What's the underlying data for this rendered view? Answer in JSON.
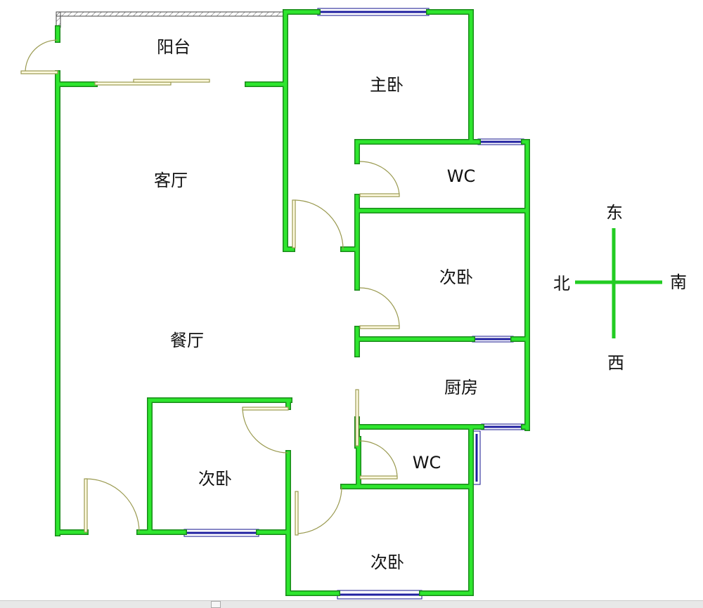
{
  "rooms": {
    "balcony": "阳台",
    "master_bedroom": "主卧",
    "living_room": "客厅",
    "dining_room": "餐厅",
    "wc_upper": "WC",
    "bedroom_middle": "次卧",
    "kitchen": "厨房",
    "wc_lower": "WC",
    "bedroom_left": "次卧",
    "bedroom_bottom": "次卧"
  },
  "compass": {
    "east": "东",
    "west": "西",
    "north": "北",
    "south": "南"
  },
  "colors": {
    "wall": "#2ee62e",
    "door": "#9a9a50",
    "window": "#3a3aa0"
  }
}
